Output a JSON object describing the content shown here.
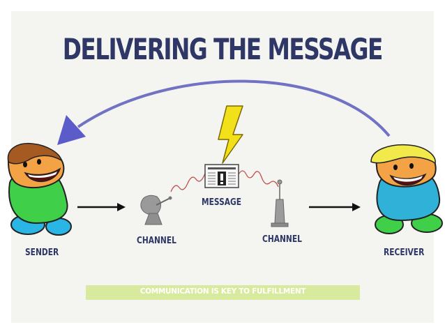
{
  "title": "DELIVERING THE MESSAGE",
  "labels": {
    "sender": "SENDER",
    "receiver": "RECEIVER",
    "message": "MESSAGE",
    "channel_left": "CHANNEL",
    "channel_right": "CHANNEL"
  },
  "banner": {
    "text": "COMMUNICATION IS KEY TO FULFILLMENT"
  },
  "colors": {
    "title": "#2e3765",
    "feedback_arrow": "#7272c4",
    "banner": "#d7ea9d",
    "sender_shirt": "#3fcf49",
    "receiver_shirt": "#2fb1d8",
    "lightning": "#f2e11a"
  },
  "icons": [
    "satellite-dish-icon",
    "newspaper-icon",
    "lightning-icon",
    "antenna-tower-icon"
  ]
}
